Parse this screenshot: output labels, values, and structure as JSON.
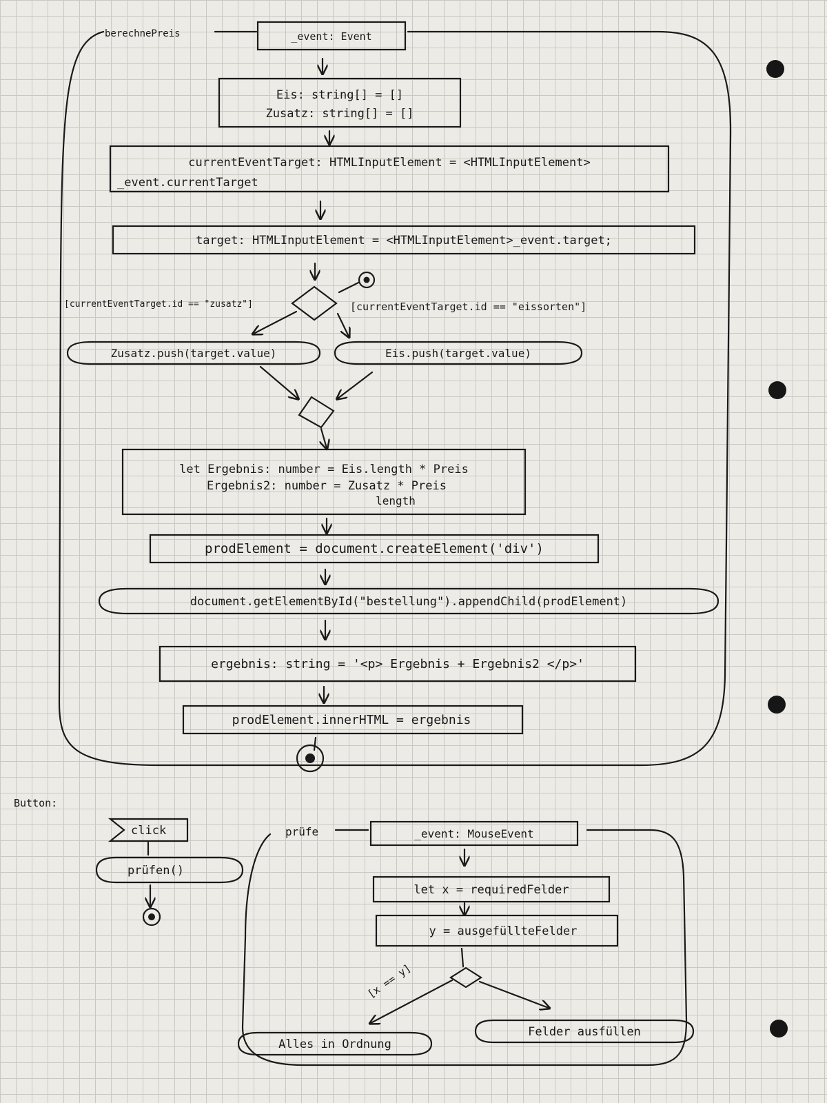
{
  "activity1": {
    "name": "berechnePreis",
    "param": "_event: Event",
    "decl1": "Eis: string[] = []",
    "decl2": "Zusatz: string[] = []",
    "current1": "currentEventTarget: HTMLInputElement = <HTMLInputElement>",
    "current2": "_event.currentTarget",
    "target": "target: HTMLInputElement = <HTMLInputElement>_event.target;",
    "guard_left": "[currentEventTarget.id == \"zusatz\"]",
    "guard_right": "[currentEventTarget.id == \"eissorten\"]",
    "push_left": "Zusatz.push(target.value)",
    "push_right": "Eis.push(target.value)",
    "calc1": "let Ergebnis: number = Eis.length * Preis",
    "calc2": "Ergebnis2: number = Zusatz * Preis",
    "calc3": "length",
    "create": "prodElement = document.createElement('div')",
    "append": "document.getElementById(\"bestellung\").appendChild(prodElement)",
    "ergebnis": "ergebnis: string = '<p> Ergebnis + Ergebnis2 </p>'",
    "inner": "prodElement.innerHTML = ergebnis"
  },
  "button_section": {
    "label": "Button:",
    "event": "click",
    "action": "prüfen()"
  },
  "activity2": {
    "name": "prüfe",
    "param": "_event: MouseEvent",
    "step1": "let x = requiredFelder",
    "step2": "y = ausgefüllteFelder",
    "guard": "[x == y]",
    "result_ok": "Alles in Ordnung",
    "result_fill": "Felder ausfüllen"
  }
}
